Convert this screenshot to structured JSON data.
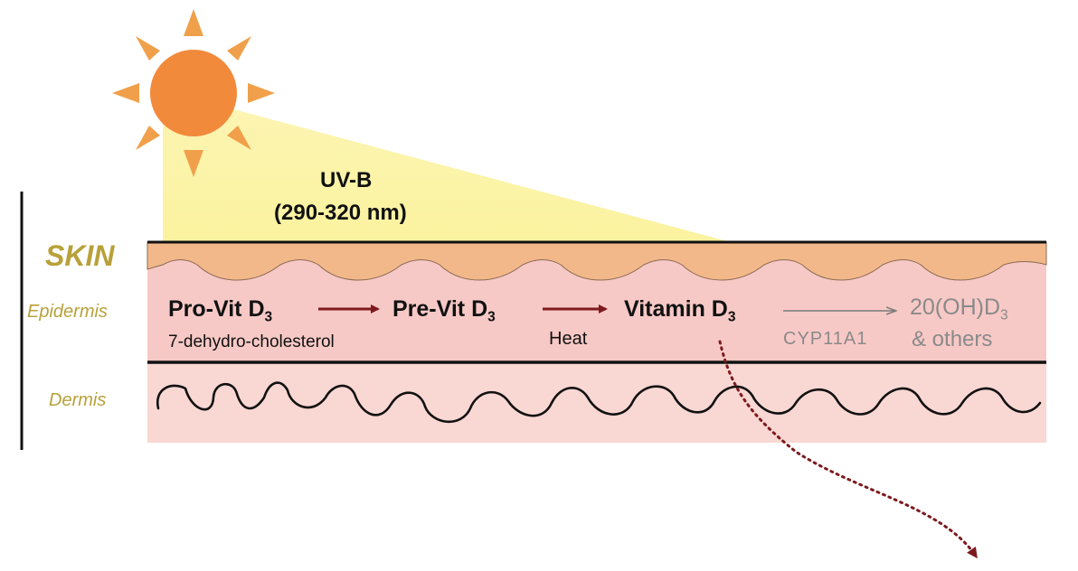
{
  "uv": {
    "title": "UV-B",
    "range": "(290-320 nm)"
  },
  "layers": {
    "skin": "SKIN",
    "epidermis": "Epidermis",
    "dermis": "Dermis"
  },
  "pathway": {
    "provit": {
      "text": "Pro-Vit D",
      "sub": "3"
    },
    "provit_note": "7-dehydro-cholesterol",
    "previt": {
      "text": "Pre-Vit D",
      "sub": "3"
    },
    "heat": "Heat",
    "vitamin": {
      "text": "Vitamin D",
      "sub": "3"
    },
    "enzyme": "CYP11A1",
    "product": {
      "text": "20(OH)D",
      "sub": "3"
    },
    "others": "& others"
  },
  "colors": {
    "sun": "#f28a3c",
    "sun_ray": "#f0a04a",
    "uv_beam": "#fbf29a",
    "epidermis_top": "#f3b889",
    "epidermis_fill": "#f7c9c6",
    "dermis_fill": "#f9d7d3",
    "arrow": "#7d1a1e",
    "label_gold": "#b8a13a"
  }
}
